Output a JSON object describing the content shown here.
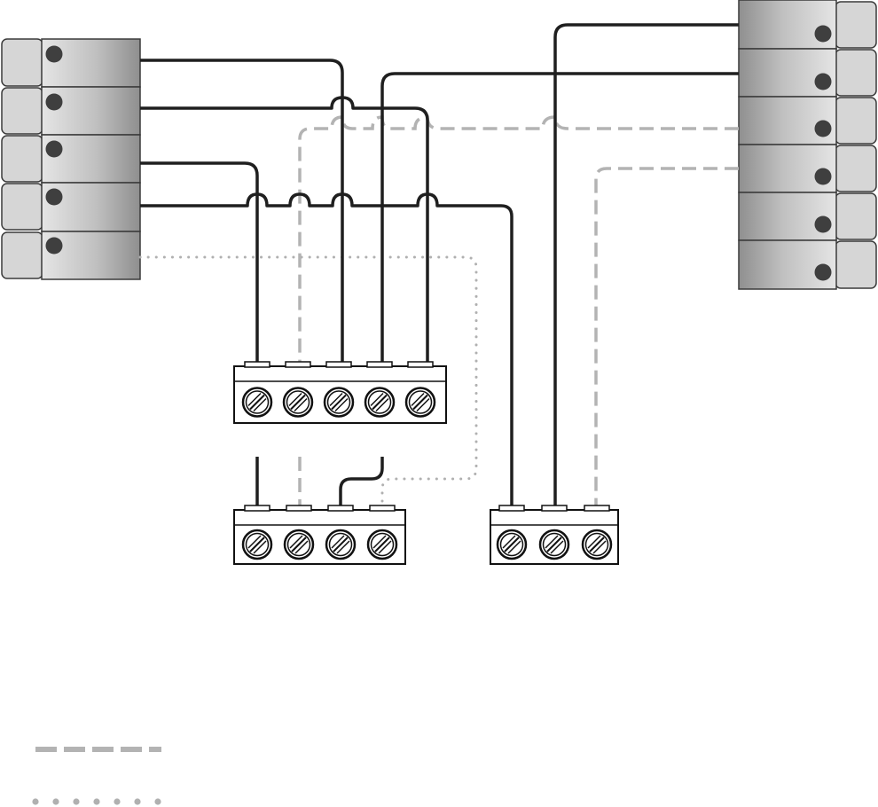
{
  "diagram": {
    "kind": "wiring-diagram",
    "colors": {
      "background": "#ffffff",
      "wire_solid": "#1f1f1f",
      "wire_dashed": "#b3b3b3",
      "wire_dotted": "#b0b0b0",
      "connector_body_light": "#d6d6d6",
      "connector_body_dark": "#8a8a8a",
      "connector_pin": "#3f3f3f",
      "terminal_screw": "#ffffff",
      "terminal_outline": "#111111"
    },
    "connectors": [
      {
        "id": "left-connector",
        "cavities": 5
      },
      {
        "id": "right-connector",
        "cavities": 6
      }
    ],
    "terminal_blocks": [
      {
        "id": "terminal-block-top",
        "screws": 5
      },
      {
        "id": "terminal-block-bottom-left",
        "screws": 4
      },
      {
        "id": "terminal-block-bottom-right",
        "screws": 3
      }
    ],
    "legend": [
      {
        "style": "dashed",
        "label": ""
      },
      {
        "style": "dotted",
        "label": ""
      }
    ]
  }
}
